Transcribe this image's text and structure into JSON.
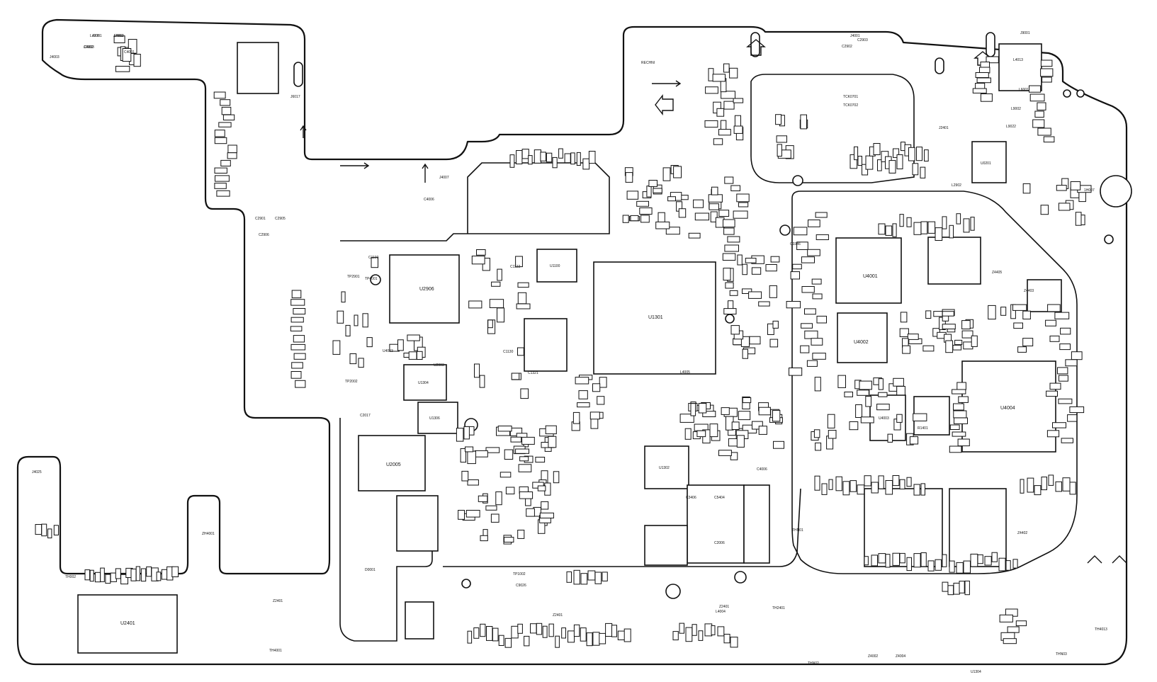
{
  "chips": [
    {
      "ref": "U2906"
    },
    {
      "ref": "U4001"
    },
    {
      "ref": "U4002"
    },
    {
      "ref": "U4004"
    },
    {
      "ref": "U2005"
    },
    {
      "ref": "U2401"
    },
    {
      "ref": "U1301"
    },
    {
      "ref": "U1302"
    },
    {
      "ref": "U1304"
    },
    {
      "ref": "U1306"
    },
    {
      "ref": "U1100"
    },
    {
      "ref": "U4003"
    },
    {
      "ref": "U0201"
    }
  ],
  "labels": [
    {
      "text": "J2001"
    },
    {
      "text": "J2901"
    },
    {
      "text": "J2902"
    },
    {
      "text": "J6017"
    },
    {
      "text": "J4007"
    },
    {
      "text": "J4001"
    },
    {
      "text": "J9001"
    },
    {
      "text": "J4003"
    },
    {
      "text": "J2401"
    },
    {
      "text": "J4025"
    },
    {
      "text": "L4004"
    },
    {
      "text": "L4005"
    },
    {
      "text": "L4006"
    },
    {
      "text": "L4012"
    },
    {
      "text": "L4013"
    },
    {
      "text": "L6001"
    },
    {
      "text": "L9002"
    },
    {
      "text": "L9022"
    },
    {
      "text": "L2902"
    },
    {
      "text": "C4006"
    },
    {
      "text": "C4003"
    },
    {
      "text": "C4001"
    },
    {
      "text": "C2903"
    },
    {
      "text": "C2902"
    },
    {
      "text": "C2901"
    },
    {
      "text": "C2905"
    },
    {
      "text": "C2906"
    },
    {
      "text": "C1100"
    },
    {
      "text": "C1122"
    },
    {
      "text": "C1130"
    },
    {
      "text": "C1321"
    },
    {
      "text": "C3346"
    },
    {
      "text": "C3406"
    },
    {
      "text": "C5404"
    },
    {
      "text": "C2006"
    },
    {
      "text": "C2017"
    },
    {
      "text": "C9026"
    },
    {
      "text": "C4006"
    },
    {
      "text": "TCK0701"
    },
    {
      "text": "TCK0702"
    },
    {
      "text": "RECHNI"
    },
    {
      "text": "TP2901"
    },
    {
      "text": "TP2002"
    },
    {
      "text": "TP4001"
    },
    {
      "text": "TP1002"
    },
    {
      "text": "Z2401"
    },
    {
      "text": "Z2401"
    },
    {
      "text": "Z2401"
    },
    {
      "text": "Z4002"
    },
    {
      "text": "Z4004"
    },
    {
      "text": "Z4402"
    },
    {
      "text": "Z4405"
    },
    {
      "text": "Z4403"
    },
    {
      "text": "ZH4001"
    },
    {
      "text": "TH4001"
    },
    {
      "text": "TH2401"
    },
    {
      "text": "THN01"
    },
    {
      "text": "THN02"
    },
    {
      "text": "THN03"
    },
    {
      "text": "TH4013"
    },
    {
      "text": "TH002"
    },
    {
      "text": "1H007"
    },
    {
      "text": "D0001"
    },
    {
      "text": "R1401"
    },
    {
      "text": "U4003"
    },
    {
      "text": "U2003"
    },
    {
      "text": "U1304"
    }
  ],
  "small_parts": {
    "label": "C",
    "pad_label": "R"
  }
}
